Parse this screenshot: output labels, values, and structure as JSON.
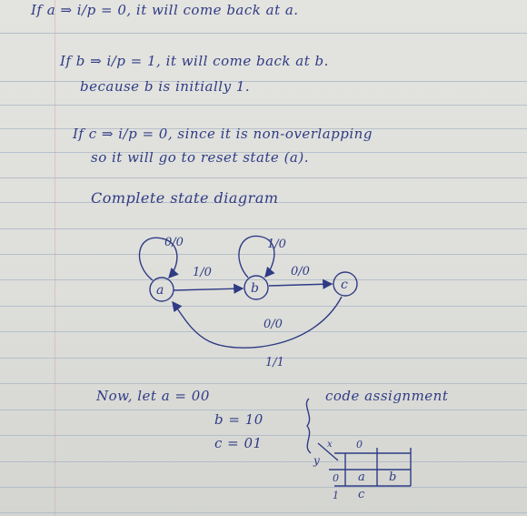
{
  "notes": {
    "line1": "If a ⇒ i/p = 0, it will come back at a.",
    "line2": "If b ⇒ i/p = 1, it will come back at b.",
    "line3": "because b is initially 1.",
    "line4": "If c ⇒ i/p = 0, since it is non-overlapping",
    "line5": "so it will go to reset state (a).",
    "heading": "Complete state diagram",
    "code_now": "Now, let a = 00",
    "code_b": "b = 10",
    "code_c": "c = 01",
    "code_label": "code assignment"
  },
  "diagram": {
    "states": [
      "a",
      "b",
      "c"
    ],
    "self_loop_a": "0/0",
    "self_loop_b": "1/0",
    "edge_a_b": "1/0",
    "edge_b_c": "0/0",
    "edge_c_a_zero": "0/0",
    "edge_c_a_one": "1/1"
  },
  "kmap": {
    "x_label": "x",
    "y_label": "y",
    "col_header": "0",
    "row0": "0",
    "row1": "1",
    "cell_a": "a",
    "cell_b": "b",
    "cell_c": "c"
  },
  "colors": {
    "ink": "#2f3b84",
    "paper": "#e0e0dc",
    "rule": "#a9b4c6"
  }
}
